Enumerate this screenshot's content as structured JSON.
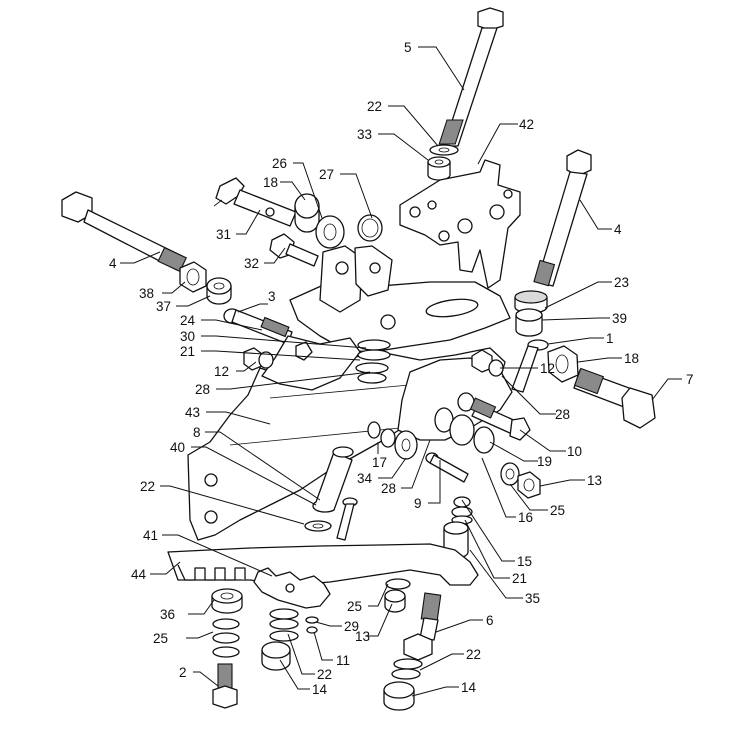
{
  "diagram": {
    "callouts": [
      {
        "id": "c5",
        "text": "5"
      },
      {
        "id": "c22a",
        "text": "22"
      },
      {
        "id": "c42",
        "text": "42"
      },
      {
        "id": "c33",
        "text": "33"
      },
      {
        "id": "c26",
        "text": "26"
      },
      {
        "id": "c27",
        "text": "27"
      },
      {
        "id": "c18a",
        "text": "18"
      },
      {
        "id": "c4a",
        "text": "4"
      },
      {
        "id": "c31",
        "text": "31"
      },
      {
        "id": "c4b",
        "text": "4"
      },
      {
        "id": "c32",
        "text": "32"
      },
      {
        "id": "c23",
        "text": "23"
      },
      {
        "id": "c38",
        "text": "38"
      },
      {
        "id": "c37",
        "text": "37"
      },
      {
        "id": "c3",
        "text": "3"
      },
      {
        "id": "c39",
        "text": "39"
      },
      {
        "id": "c24",
        "text": "24"
      },
      {
        "id": "c30",
        "text": "30"
      },
      {
        "id": "c1",
        "text": "1"
      },
      {
        "id": "c21a",
        "text": "21"
      },
      {
        "id": "c18b",
        "text": "18"
      },
      {
        "id": "c12a",
        "text": "12"
      },
      {
        "id": "c7",
        "text": "7"
      },
      {
        "id": "c28a",
        "text": "28"
      },
      {
        "id": "c12b",
        "text": "12"
      },
      {
        "id": "c28b",
        "text": "28"
      },
      {
        "id": "c43",
        "text": "43"
      },
      {
        "id": "c8",
        "text": "8"
      },
      {
        "id": "c10",
        "text": "10"
      },
      {
        "id": "c40",
        "text": "40"
      },
      {
        "id": "c17",
        "text": "17"
      },
      {
        "id": "c19",
        "text": "19"
      },
      {
        "id": "c34",
        "text": "34"
      },
      {
        "id": "c28c",
        "text": "28"
      },
      {
        "id": "c13a",
        "text": "13"
      },
      {
        "id": "c22b",
        "text": "22"
      },
      {
        "id": "c9",
        "text": "9"
      },
      {
        "id": "c16",
        "text": "16"
      },
      {
        "id": "c25a",
        "text": "25"
      },
      {
        "id": "c41",
        "text": "41"
      },
      {
        "id": "c15",
        "text": "15"
      },
      {
        "id": "c44",
        "text": "44"
      },
      {
        "id": "c21b",
        "text": "21"
      },
      {
        "id": "c35",
        "text": "35"
      },
      {
        "id": "c36",
        "text": "36"
      },
      {
        "id": "c25b",
        "text": "25"
      },
      {
        "id": "c29",
        "text": "29"
      },
      {
        "id": "c6",
        "text": "6"
      },
      {
        "id": "c13b",
        "text": "13"
      },
      {
        "id": "c25c",
        "text": "25"
      },
      {
        "id": "c11",
        "text": "11"
      },
      {
        "id": "c22c",
        "text": "22"
      },
      {
        "id": "c22d",
        "text": "22"
      },
      {
        "id": "c2",
        "text": "2"
      },
      {
        "id": "c14a",
        "text": "14"
      },
      {
        "id": "c14b",
        "text": "14"
      }
    ]
  }
}
